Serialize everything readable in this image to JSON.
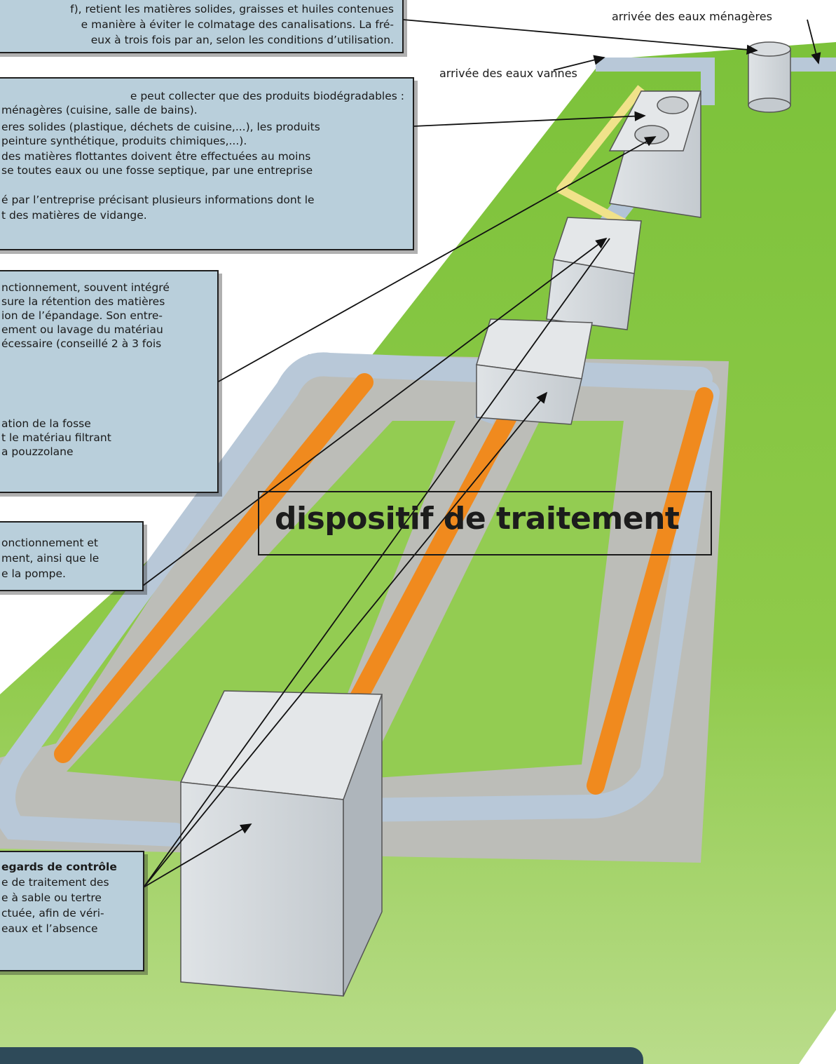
{
  "labels": {
    "eaux_menageres": "arrivée des eaux ménagères",
    "eaux_vannes": "arrivée des eaux vannes"
  },
  "title": "dispositif de traitement",
  "notes": [
    {
      "id": "bac-graisse",
      "lines": [
        "f), retient les matières solides, graisses et huiles contenues",
        "e manière à éviter le colmatage des canalisations. La fré-",
        "eux à trois fois par an, selon les conditions d’utilisation."
      ]
    },
    {
      "id": "fosse",
      "lines": [
        "e peut collecter que des produits biodégradables :",
        "ménagères (cuisine, salle de bains).",
        "eres solides (plastique, déchets de cuisine,...), les produits",
        "peinture synthétique, produits chimiques,...).",
        "des matières flottantes doivent être effectuées au moins",
        "se toutes eaux ou une fosse septique, par une entreprise",
        "",
        "é par l’entreprise précisant plusieurs informations dont le",
        "t des matières de vidange."
      ]
    },
    {
      "id": "prefiltre",
      "lines": [
        "nctionnement, souvent intégré",
        "sure la rétention des matières",
        "ion de l’épandage. Son entre-",
        "ement ou lavage du matériau",
        "écessaire (conseillé 2 à 3 fois",
        "",
        "",
        "",
        "ation de la fosse",
        "t le matériau filtrant",
        "a pouzzolane"
      ]
    },
    {
      "id": "pompe",
      "lines": [
        "onctionnement  et",
        "ment, ainsi que le",
        "e la pompe."
      ]
    },
    {
      "id": "regards",
      "lines": [
        "egards de contrôle",
        "e de traitement des",
        "e à sable ou tertre",
        "ctuée, afin de véri-",
        "eaux et l’absence"
      ]
    }
  ],
  "colors": {
    "grass": "#8cc63f",
    "pipe": "#b8c8d8",
    "drain": "#f08a1e",
    "box_fill": "#b9cfdb",
    "footer": "#2e4a59"
  }
}
